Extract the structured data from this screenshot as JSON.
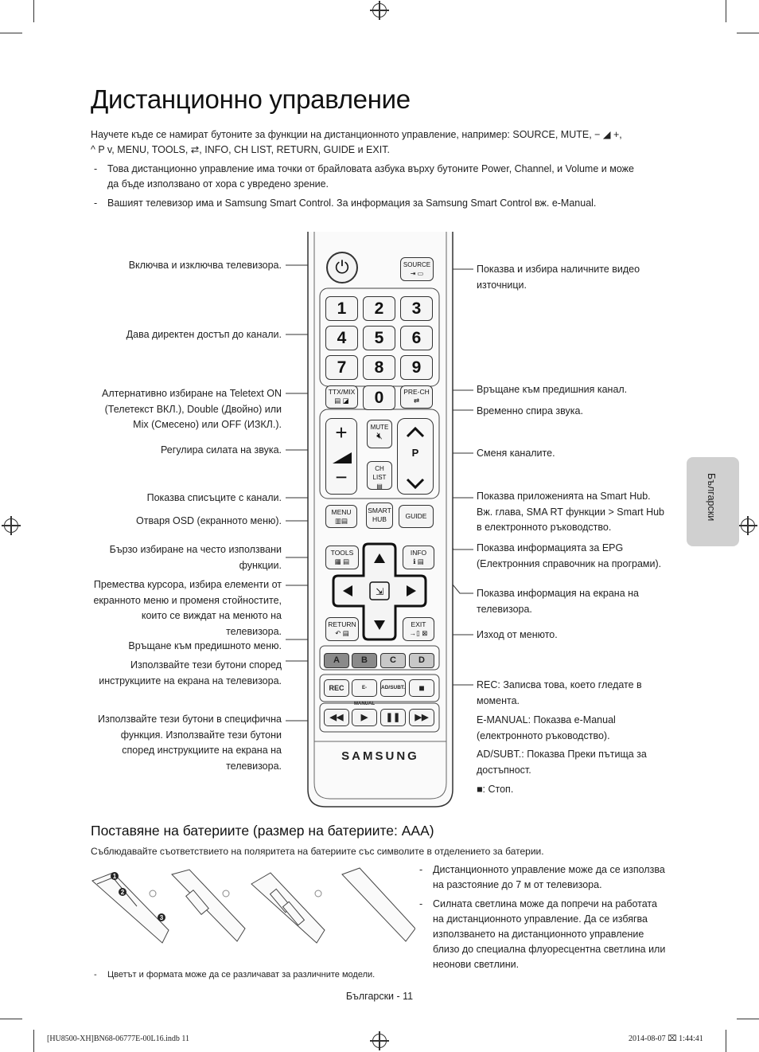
{
  "title": "Дистанционно управление",
  "intro": {
    "line1_prefix": "Научете къде се намират бутоните за функции на дистанционното управление, например: ",
    "line1_keys": "SOURCE, MUTE, − ◢ +,",
    "line2": "^ P v, MENU, TOOLS, ⇄, INFO, CH LIST, RETURN, GUIDE и EXIT."
  },
  "notes": [
    {
      "line1": "Това дистанционно управление има точки от брайловата азбука върху бутоните Power, Channel, и Volume и може",
      "line2": "да бъде използвано от хора с увредено зрение."
    },
    {
      "line1": "Вашият телевизор има и Samsung Smart Control. За информация за Samsung Smart Control вж. e-Manual.",
      "line2": ""
    }
  ],
  "left_labels": [
    "Включва и изключва телевизора.",
    "Дава директен достъп до канали.",
    "Алтернативно избиране на Teletext ON (Телетекст ВКЛ.), Double (Двойно) или Mix (Смесено) или OFF (ИЗКЛ.).",
    "Регулира силата на звука.",
    "Показва списъците с канали.",
    "Отваря OSD (екранното меню).",
    "Бързо избиране на често използвани функции.",
    "Премества курсора, избира елементи от екранното меню и променя стойностите, които се виждат на менюто на телевизора.",
    "Връщане към предишното меню.",
    "Използвайте тези бутони според инструкциите на екрана на телевизора.",
    "Използвайте тези бутони в специфична функция. Използвайте тези бутони според инструкциите на екрана на телевизора."
  ],
  "right_labels": [
    "Показва и избира наличните видео източници.",
    "Връщане към предишния канал.",
    "Временно спира звука.",
    "Сменя каналите.",
    "Показва приложенията на Smart Hub. Вж. глава, SMA RT функции > Smart Hub в електронното ръководство.",
    "Показва информацията за EPG (Електронния справочник на програми).",
    "Показва информация на екрана на телевизора.",
    "Изход от менюто.",
    "REC: Записва това, което гледате в момента.",
    "E-MANUAL: Показва e-Manual (електронното ръководство).",
    "AD/SUBT.: Показва Преки пътища за достъпност.",
    "■: Стоп."
  ],
  "remote": {
    "source": "SOURCE",
    "digits": [
      "1",
      "2",
      "3",
      "4",
      "5",
      "6",
      "7",
      "8",
      "9",
      "0"
    ],
    "ttx": "TTX/MIX",
    "prech": "PRE-CH",
    "mute": "MUTE",
    "chlist": "CH LIST",
    "p": "P",
    "menu": "MENU",
    "smart_hub": "SMART HUB",
    "guide": "GUIDE",
    "tools": "TOOLS",
    "info": "INFO",
    "return": "RETURN",
    "exit": "EXIT",
    "colors": [
      "A",
      "B",
      "C",
      "D"
    ],
    "rec": "REC",
    "emanual": "E-MANUAL",
    "adsubt": "AD/SUBT.",
    "brand": "SAMSUNG"
  },
  "side_tab": "Български",
  "battery_title": "Поставяне на батериите (размер на батериите: AAA)",
  "battery_intro": "Съблюдавайте съответствието на поляритета на батериите със символите в отделението за батерии.",
  "battery_notes": [
    "Дистанционното управление може да се използва на разстояние до 7 м от телевизора.",
    "Силната светлина може да попречи на работата на дистанционното управление. Да се избягва използването на дистанционното управление близо до специална флуоресцентна светлина или неонови светлини."
  ],
  "small_note": "Цветът и формата може да се различават за различните модели.",
  "page_number": "Български - 11",
  "footer_left": "[HU8500-XH]BN68-06777E-00L16.indb   11",
  "footer_right": "2014-08-07   ⌧ 1:44:41",
  "steps": [
    "1",
    "2",
    "3"
  ]
}
